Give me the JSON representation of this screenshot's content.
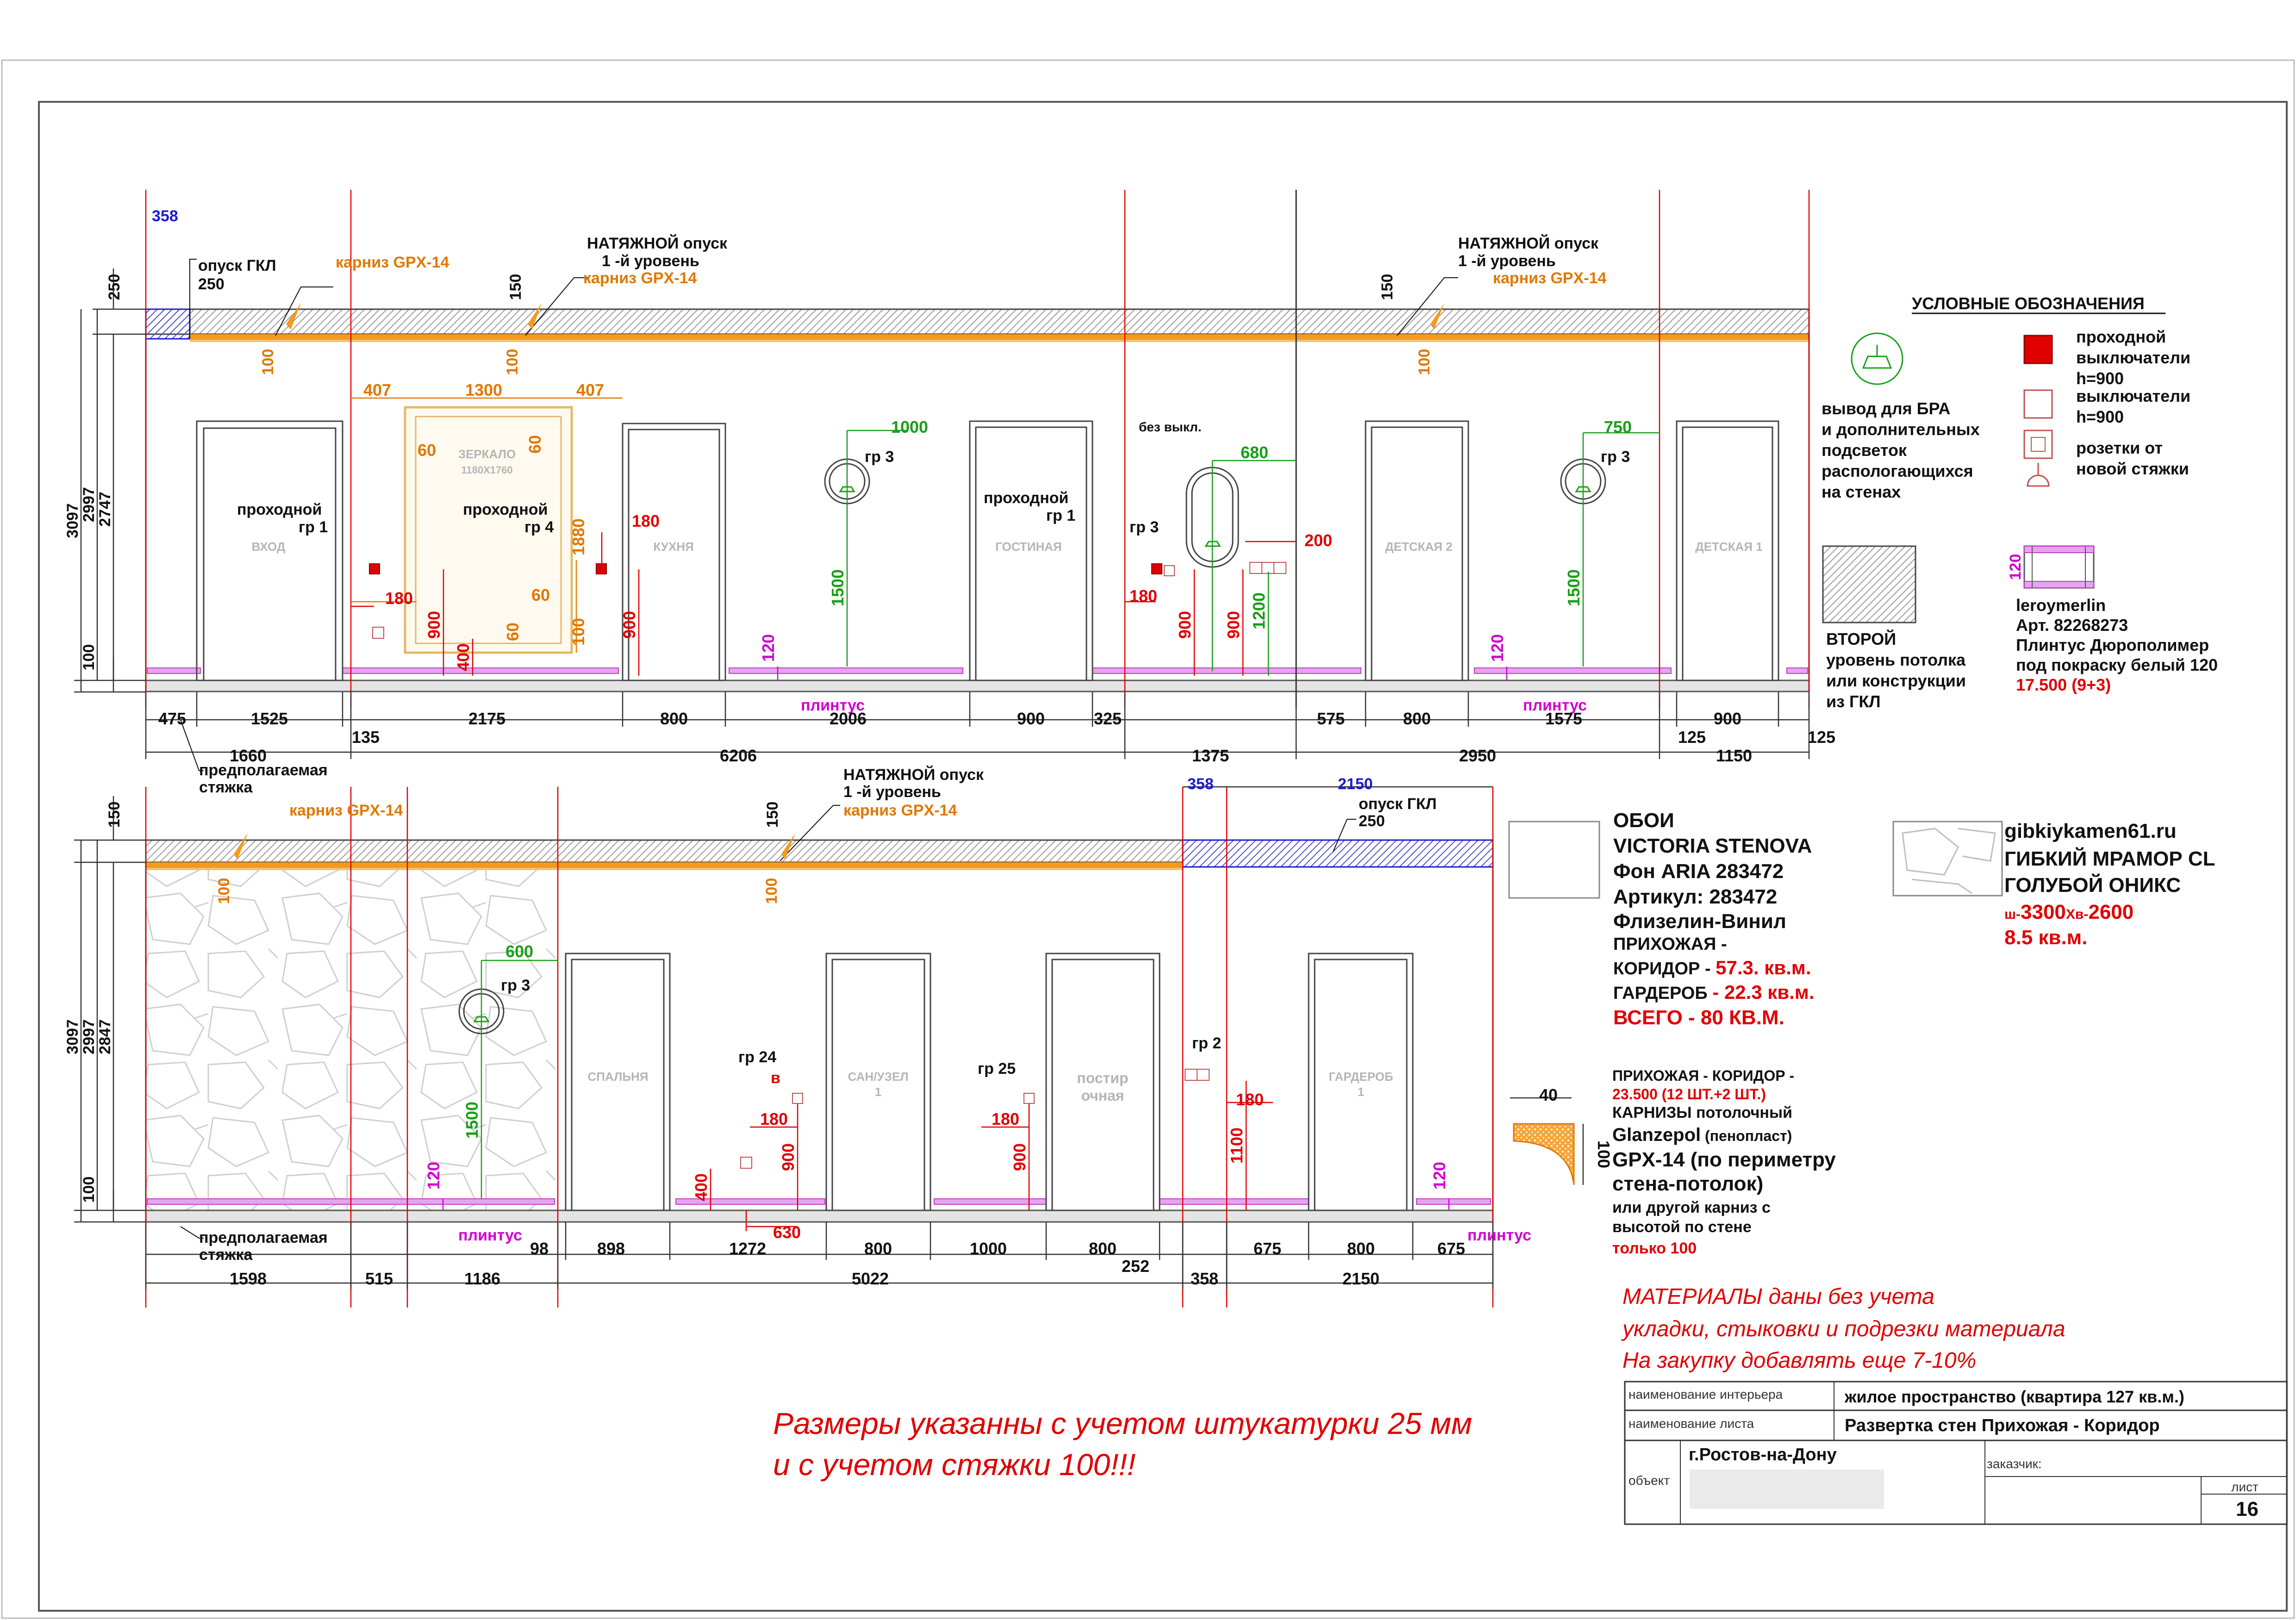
{
  "top": {
    "notes": {
      "opusk_gkl": "опуск ГКЛ",
      "opusk_gkl_val": "250",
      "val_358": "358",
      "karniz_a": "карниз GPX-14",
      "karniz_b": "карниз GPX-14",
      "karniz_c": "карниз GPX-14",
      "natyazh_a1": "НАТЯЖНОЙ опуск",
      "natyazh_a2": "1 -й уровень",
      "natyazh_b1": "НАТЯЖНОЙ опуск",
      "natyazh_b2": "1 -й уровень",
      "bez_vykl": "без выкл.",
      "prohod_1a": "проходной",
      "prohod_1b": "гр 1",
      "prohod_4a": "проходной",
      "prohod_4b": "гр 4",
      "prohod_1c": "проходной",
      "prohod_1d": "гр 1",
      "gr3_a": "гр 3",
      "gr3_b": "гр 3",
      "gr3_c": "гр 3",
      "zerkalo": "ЗЕРКАЛО",
      "zerkalo_size": "1180Х1760",
      "plintus_a": "плинтус",
      "plintus_b": "плинтус",
      "styazh_1": "предполагаемая",
      "styazh_2": "стяжка"
    },
    "rooms": {
      "vhod": "ВХОД",
      "kuhnya": "КУХНЯ",
      "gostinaya": "ГОСТИНАЯ",
      "detskaya2": "ДЕТСКАЯ 2",
      "detskaya1": "ДЕТСКАЯ 1"
    },
    "dims": {
      "h3097": "3097",
      "h2997": "2997",
      "h2747": "2747",
      "h250": "250",
      "h100": "100",
      "h150a": "150",
      "h150b": "150",
      "v100a": "100",
      "v100b": "100",
      "v100c": "100",
      "d407a": "407",
      "d1300": "1300",
      "d407b": "407",
      "d60a": "60",
      "d60b": "60",
      "d60c": "60",
      "d60d": "60",
      "d1880": "1880",
      "d100m": "100",
      "d180a": "180",
      "d180b": "180",
      "d180c": "180",
      "d900a": "900",
      "d900b": "900",
      "d900c": "900",
      "d900d": "900",
      "d400": "400",
      "d1000": "1000",
      "d1500a": "1500",
      "d1500b": "1500",
      "d680": "680",
      "d200": "200",
      "d1200": "1200",
      "d750": "750",
      "d120a": "120",
      "d120b": "120",
      "b475": "475",
      "b1525": "1525",
      "b135": "135",
      "b2175": "2175",
      "b800a": "800",
      "b2006": "2006",
      "b900a": "900",
      "b325": "325",
      "b575": "575",
      "b800b": "800",
      "b1575": "1575",
      "b125a": "125",
      "b900b": "900",
      "b125b": "125",
      "c1660": "1660",
      "c6206": "6206",
      "c1375": "1375",
      "c2950": "2950",
      "c1150": "1150"
    }
  },
  "bottom": {
    "notes": {
      "karniz_a": "карниз GPX-14",
      "karniz_b": "карниз GPX-14",
      "natyazh_1": "НАТЯЖНОЙ опуск",
      "natyazh_2": "1 -й уровень",
      "val_358": "358",
      "val_2150": "2150",
      "opusk_gkl": "опуск ГКЛ",
      "opusk_val": "250",
      "gr3": "гр 3",
      "gr24": "гр 24",
      "gr24_b": "в",
      "gr25": "гр 25",
      "gr2": "гр 2",
      "plintus_a": "плинтус",
      "plintus_b": "плинтус",
      "styazh_1": "предполагаемая",
      "styazh_2": "стяжка"
    },
    "rooms": {
      "spalnya": "СПАЛЬНЯ",
      "sanuzel_1": "САН/УЗЕЛ",
      "sanuzel_2": "1",
      "postir_1": "постир",
      "postir_2": "очная",
      "garderob_1": "ГАРДЕРОБ",
      "garderob_2": "1"
    },
    "dims": {
      "h3097": "3097",
      "h2997": "2997",
      "h2847": "2847",
      "h150": "150",
      "h100": "100",
      "h150b": "150",
      "v100a": "100",
      "v100b": "100",
      "d600": "600",
      "d1500": "1500",
      "d120a": "120",
      "d120b": "120",
      "d180a": "180",
      "d180b": "180",
      "d180c": "180",
      "d400": "400",
      "d900a": "900",
      "d900b": "900",
      "d630": "630",
      "d1100": "1100",
      "b98": "98",
      "b898": "898",
      "b1272": "1272",
      "b800a": "800",
      "b1000": "1000",
      "b800b": "800",
      "b252": "252",
      "b675a": "675",
      "b800c": "800",
      "b675b": "675",
      "c1598": "1598",
      "c515": "515",
      "c1186": "1186",
      "c5022": "5022",
      "c358": "358",
      "c2150": "2150"
    }
  },
  "legend": {
    "title": "УСЛОВНЫЕ ОБОЗНАЧЕНИЯ",
    "bra": [
      "вывод для БРА",
      "и дополнительных",
      "подсветок",
      "распологающихся",
      "на стенах"
    ],
    "switch_pass": [
      "проходной",
      "выключатели",
      "h=900"
    ],
    "switch": [
      "выключатели",
      "h=900"
    ],
    "socket": [
      "розетки от",
      "новой стяжки"
    ],
    "second": [
      "ВТОРОЙ",
      "уровень потолка",
      "или конструкции",
      "из ГКЛ"
    ],
    "plinth_h": "120",
    "plinth": [
      "leroymerlin",
      "Арт. 82268273",
      "Плинтус  Дюрополимер",
      "под покраску белый 120"
    ],
    "plinth_price": "17.500 (9+3)"
  },
  "wallpaper": {
    "lines": [
      "ОБОИ",
      "VICTORIA STENOVA",
      "Фон ARIA 283472",
      "Артикул: 283472",
      "Флизелин-Винил"
    ],
    "l6": "ПРИХОЖАЯ -",
    "l7a": "КОРИДОР - ",
    "l7b": "57.3. кв.м.",
    "l8a": "ГАРДЕРОБ ",
    "l8b": "- 22.3 кв.м.",
    "total": "ВСЕГО - 80 КВ.М."
  },
  "marble": {
    "site": "gibkiykamen61.ru",
    "l1": "ГИБКИЙ МРАМОР CL",
    "l2": "ГОЛУБОЙ ОНИКС",
    "size_a": "ш-",
    "size_b": "3300",
    "size_c": "Хв-",
    "size_d": "2600",
    "area": "8.5 кв.м."
  },
  "cornice": {
    "l1": "ПРИХОЖАЯ - КОРИДОР -",
    "l2": "23.500 (12 ШТ.+2 ШТ.)",
    "l3": "КАРНИЗЫ потолочный",
    "l4a": "Glanzepol",
    "l4b": " (пенопласт)",
    "l5": "GPX-14  (по периметру",
    "l6": "стена-потолок)",
    "l7": "или другой карниз с",
    "l8": "высотой по стене",
    "l9": "только 100",
    "w": "40",
    "h": "100"
  },
  "materials_note": [
    "МАТЕРИАЛЫ  даны без учета",
    "укладки, стыковки и подрезки материала",
    "На закупку добавлять еще 7-10%"
  ],
  "plaster_note": [
    "Размеры указанны  с учетом штукатурки 25 мм",
    "и с учетом стяжки 100!!!"
  ],
  "titleblock": {
    "interior_label": "наименование интерьера",
    "interior_val": "жилое пространство (квартира 127 кв.м.)",
    "sheet_label": "наименование листа",
    "sheet_val": "Развертка стен Прихожая - Коридор",
    "object_label": "объект",
    "object_val": "г.Ростов-на-Дону",
    "customer_label": "заказчик:",
    "list_label": "лист",
    "list_val": "16"
  },
  "colors": {
    "cornice": "#f39a1e",
    "ceiling": "#c8c8c8",
    "red": "#e00000",
    "green": "#16a016",
    "magenta": "#d000d0",
    "blue": "#1c1cd0"
  }
}
